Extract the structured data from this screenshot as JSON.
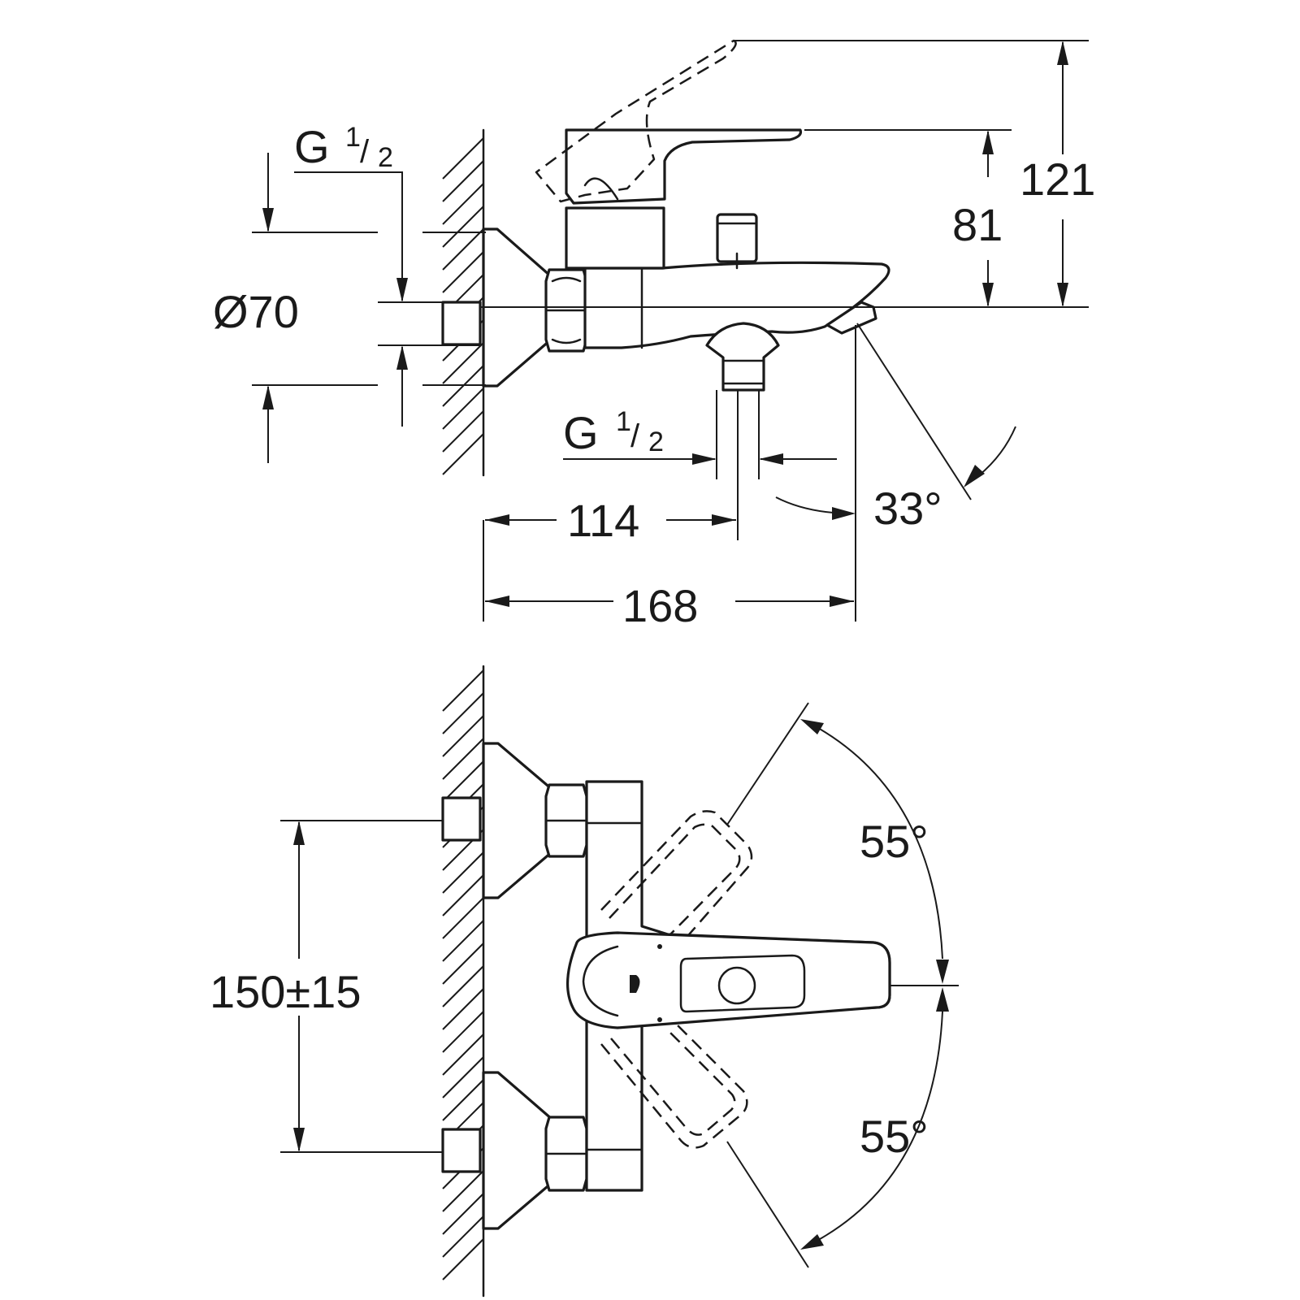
{
  "title": "Bath mixer wall-mounted dimension drawing",
  "colors": {
    "line": "#1a1a1a",
    "background": "#ffffff"
  },
  "side_view": {
    "thread_top": {
      "letter": "G",
      "num": "1",
      "den": "2"
    },
    "thread_bottom": {
      "letter": "G",
      "num": "1",
      "den": "2"
    },
    "diameter": "Ø70",
    "height_total": "121",
    "height_lever": "81",
    "spout_angle": "33°",
    "depth_outlet": "114",
    "depth_total": "168"
  },
  "top_view": {
    "angle_up": "55°",
    "angle_down": "55°",
    "centres": "150±15"
  }
}
